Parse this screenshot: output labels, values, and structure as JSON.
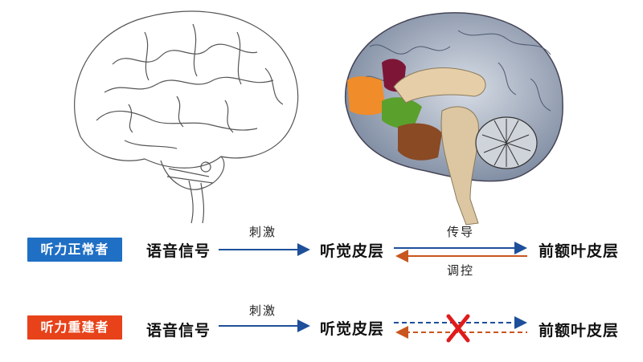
{
  "rows": [
    {
      "group_label": "听力正常者",
      "group_color": "#1f6fc4",
      "source": "语音信号",
      "stimulus_label": "刺激",
      "middle": "听觉皮层",
      "forward_label": "传导",
      "backward_label": "调控",
      "target": "前额叶皮层",
      "pathway_intact": true
    },
    {
      "group_label": "听力重建者",
      "group_color": "#e8421a",
      "source": "语音信号",
      "stimulus_label": "刺激",
      "middle": "听觉皮层",
      "target": "前额叶皮层",
      "pathway_intact": false
    }
  ],
  "colors": {
    "forward_arrow": "#1e4f9a",
    "backward_arrow": "#c8561e",
    "block_mark": "#e01b1b"
  }
}
